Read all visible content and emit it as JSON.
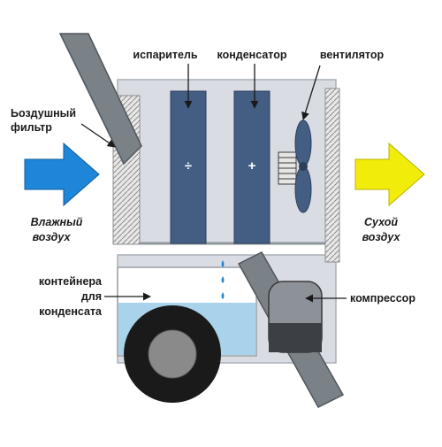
{
  "labels": {
    "evaporator": "испаритель",
    "condenser": "конденсатор",
    "fan": "вентилятор",
    "air_filter_line1": "Ьоздушный",
    "air_filter_line2": "фильтр",
    "humid_air_line1": "Влажный",
    "humid_air_line2": "воздух",
    "dry_air_line1": "Сухой",
    "dry_air_line2": "воздух",
    "container_line1": "контейнера",
    "container_line2": "для",
    "container_line3": "конденсата",
    "compressor": "компрессор"
  },
  "symbols": {
    "evaporator": "÷",
    "condenser": "+"
  },
  "colors": {
    "inflow_arrow": "#1e86d8",
    "outflow_arrow": "#f2ec0a",
    "housing": "#d9dde3",
    "coil": "#435e82",
    "water": "#a9d3ea",
    "duct": "#7a8288",
    "wheel": "#1a1a1a",
    "hub": "#8a8a8a"
  }
}
